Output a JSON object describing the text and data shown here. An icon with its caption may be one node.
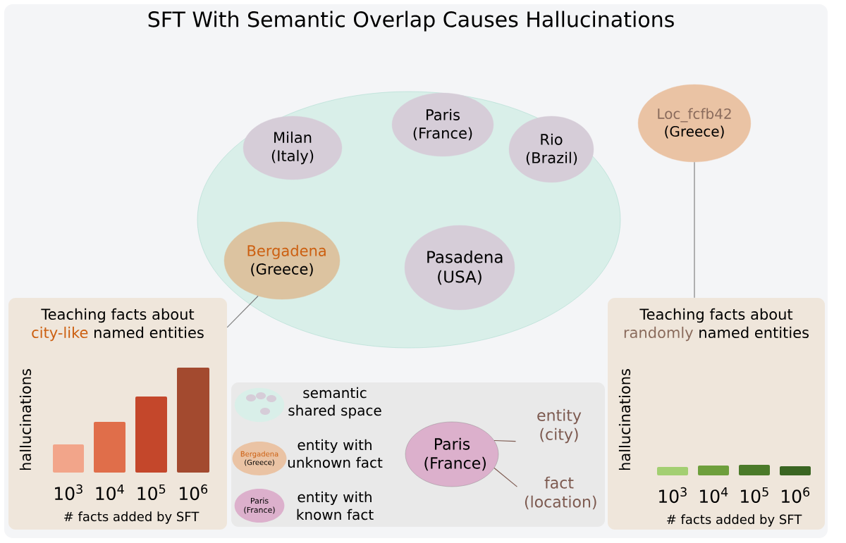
{
  "diagram": {
    "title": "SFT With Semantic Overlap Causes Hallucinations",
    "nodes": [
      {
        "text": [],
        "shape": "circle"
      },
      {
        "text": [
          "Milan (Italy)"
        ],
        "in": 0
      },
      {
        "text": [
          "Paris (France)"
        ],
        "in": 0
      },
      {
        "text": [
          "Rio (Brazil)"
        ],
        "in": 0
      },
      {
        "text": [
          "Bergadena",
          "(Greece)"
        ],
        "in": 0
      },
      {
        "text": [
          "Pasadena (USA)"
        ],
        "in": 0
      },
      {
        "text": [
          "Loc_fcfb42",
          "(Greece)"
        ]
      },
      {
        "text": [
          "Teaching facts about",
          "city-like",
          "named entities"
        ]
      },
      {
        "text": [
          "Teaching facts about",
          "randomly",
          "named entities"
        ]
      },
      {
        "text": [
          "Paris (France)"
        ]
      },
      {
        "text": [
          "entity (city)"
        ]
      },
      {
        "text": [
          "fact (location)"
        ]
      }
    ],
    "edges": [
      {
        "from": 4,
        "to": 7,
        "arrow": "none"
      },
      {
        "from": 6,
        "to": 8,
        "arrow": "none"
      },
      {
        "from": 9,
        "to": 10,
        "arrow": "none"
      },
      {
        "from": 9,
        "to": 11,
        "arrow": "none"
      }
    ],
    "labels": [
      "hallucinations",
      "10$^{3}$",
      "10$^{4}$",
      "10$^{5}$",
      "10$^{6}$",
      "# facts added by SFT",
      "Bergadena",
      "(Greece)",
      "Paris (France)",
      "hallucinations",
      "10$^{3}$",
      "10$^{4}$",
      "10$^{5}$",
      "10$^{6}$",
      "# facts added by SFT"
    ],
    "legend": [
      {
        "text": "semantic shared space"
      },
      {
        "text": "entity with unknown fact"
      },
      {
        "text": "entity with known fact"
      }
    ]
  }
}
